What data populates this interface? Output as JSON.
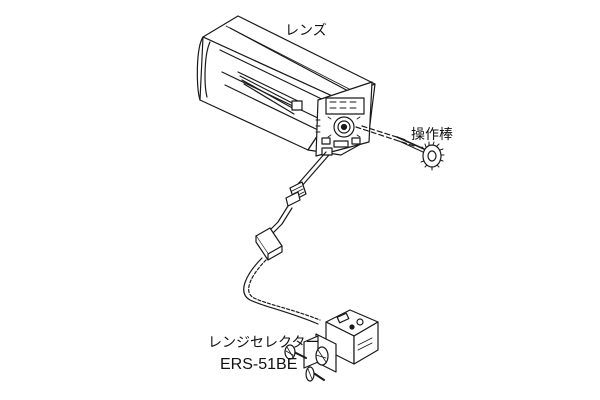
{
  "labels": {
    "lens": "レンズ",
    "control_rod": "操作棒",
    "range_selector": "レンジセレクター",
    "model": "ERS-51BE"
  },
  "icons": {
    "lens_unit": "lens-body-illustration",
    "control_rod": "control-rod-illustration",
    "cable": "cable-illustration",
    "range_selector": "range-selector-illustration"
  },
  "colors": {
    "line": "#1a1a1a",
    "fill": "#ffffff",
    "shade": "#d9d9d9"
  }
}
